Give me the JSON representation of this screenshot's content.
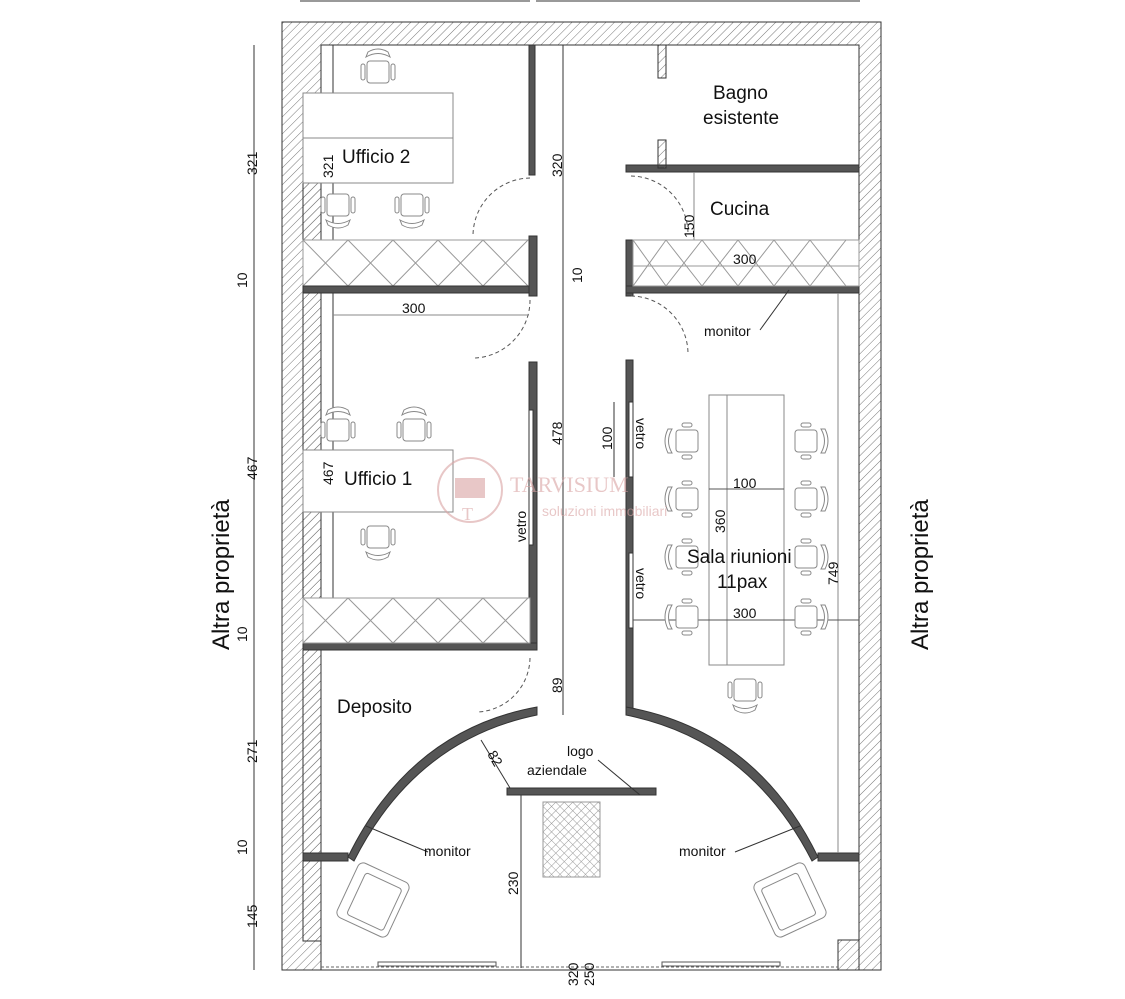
{
  "rooms": {
    "ufficio2": "Ufficio 2",
    "ufficio1": "Ufficio 1",
    "bagno_line1": "Bagno",
    "bagno_line2": "esistente",
    "cucina": "Cucina",
    "sala_line1": "Sala riunioni",
    "sala_line2": "11pax",
    "deposito": "Deposito"
  },
  "side_labels": {
    "left": "Altra proprietà",
    "right": "Altra proprietà"
  },
  "annotations": {
    "vetro": "vetro",
    "monitor": "monitor",
    "logo_line1": "logo",
    "logo_line2": "aziendale"
  },
  "dimensions": {
    "left_321": "321",
    "left_10a": "10",
    "left_467": "467",
    "left_10b": "10",
    "left_271": "271",
    "left_10c": "10",
    "left_145": "145",
    "uff2_321": "321",
    "uff1_467": "467",
    "uff_300": "300",
    "corr_320": "320",
    "corr_10": "10",
    "corr_478": "478",
    "corr_89": "89",
    "cucina_150": "150",
    "cucina_300": "300",
    "sala_100v": "100",
    "sala_100h": "100",
    "sala_360": "360",
    "sala_300": "300",
    "sala_749": "749",
    "arc_82": "82",
    "entry_230": "230",
    "bottom_320": "320",
    "bottom_250": "250"
  },
  "watermark": {
    "name": "TARVISIUM",
    "tagline": "soluzioni immobiliari"
  },
  "colors": {
    "wall": "#555555",
    "watermark": "#d9a3a3"
  }
}
